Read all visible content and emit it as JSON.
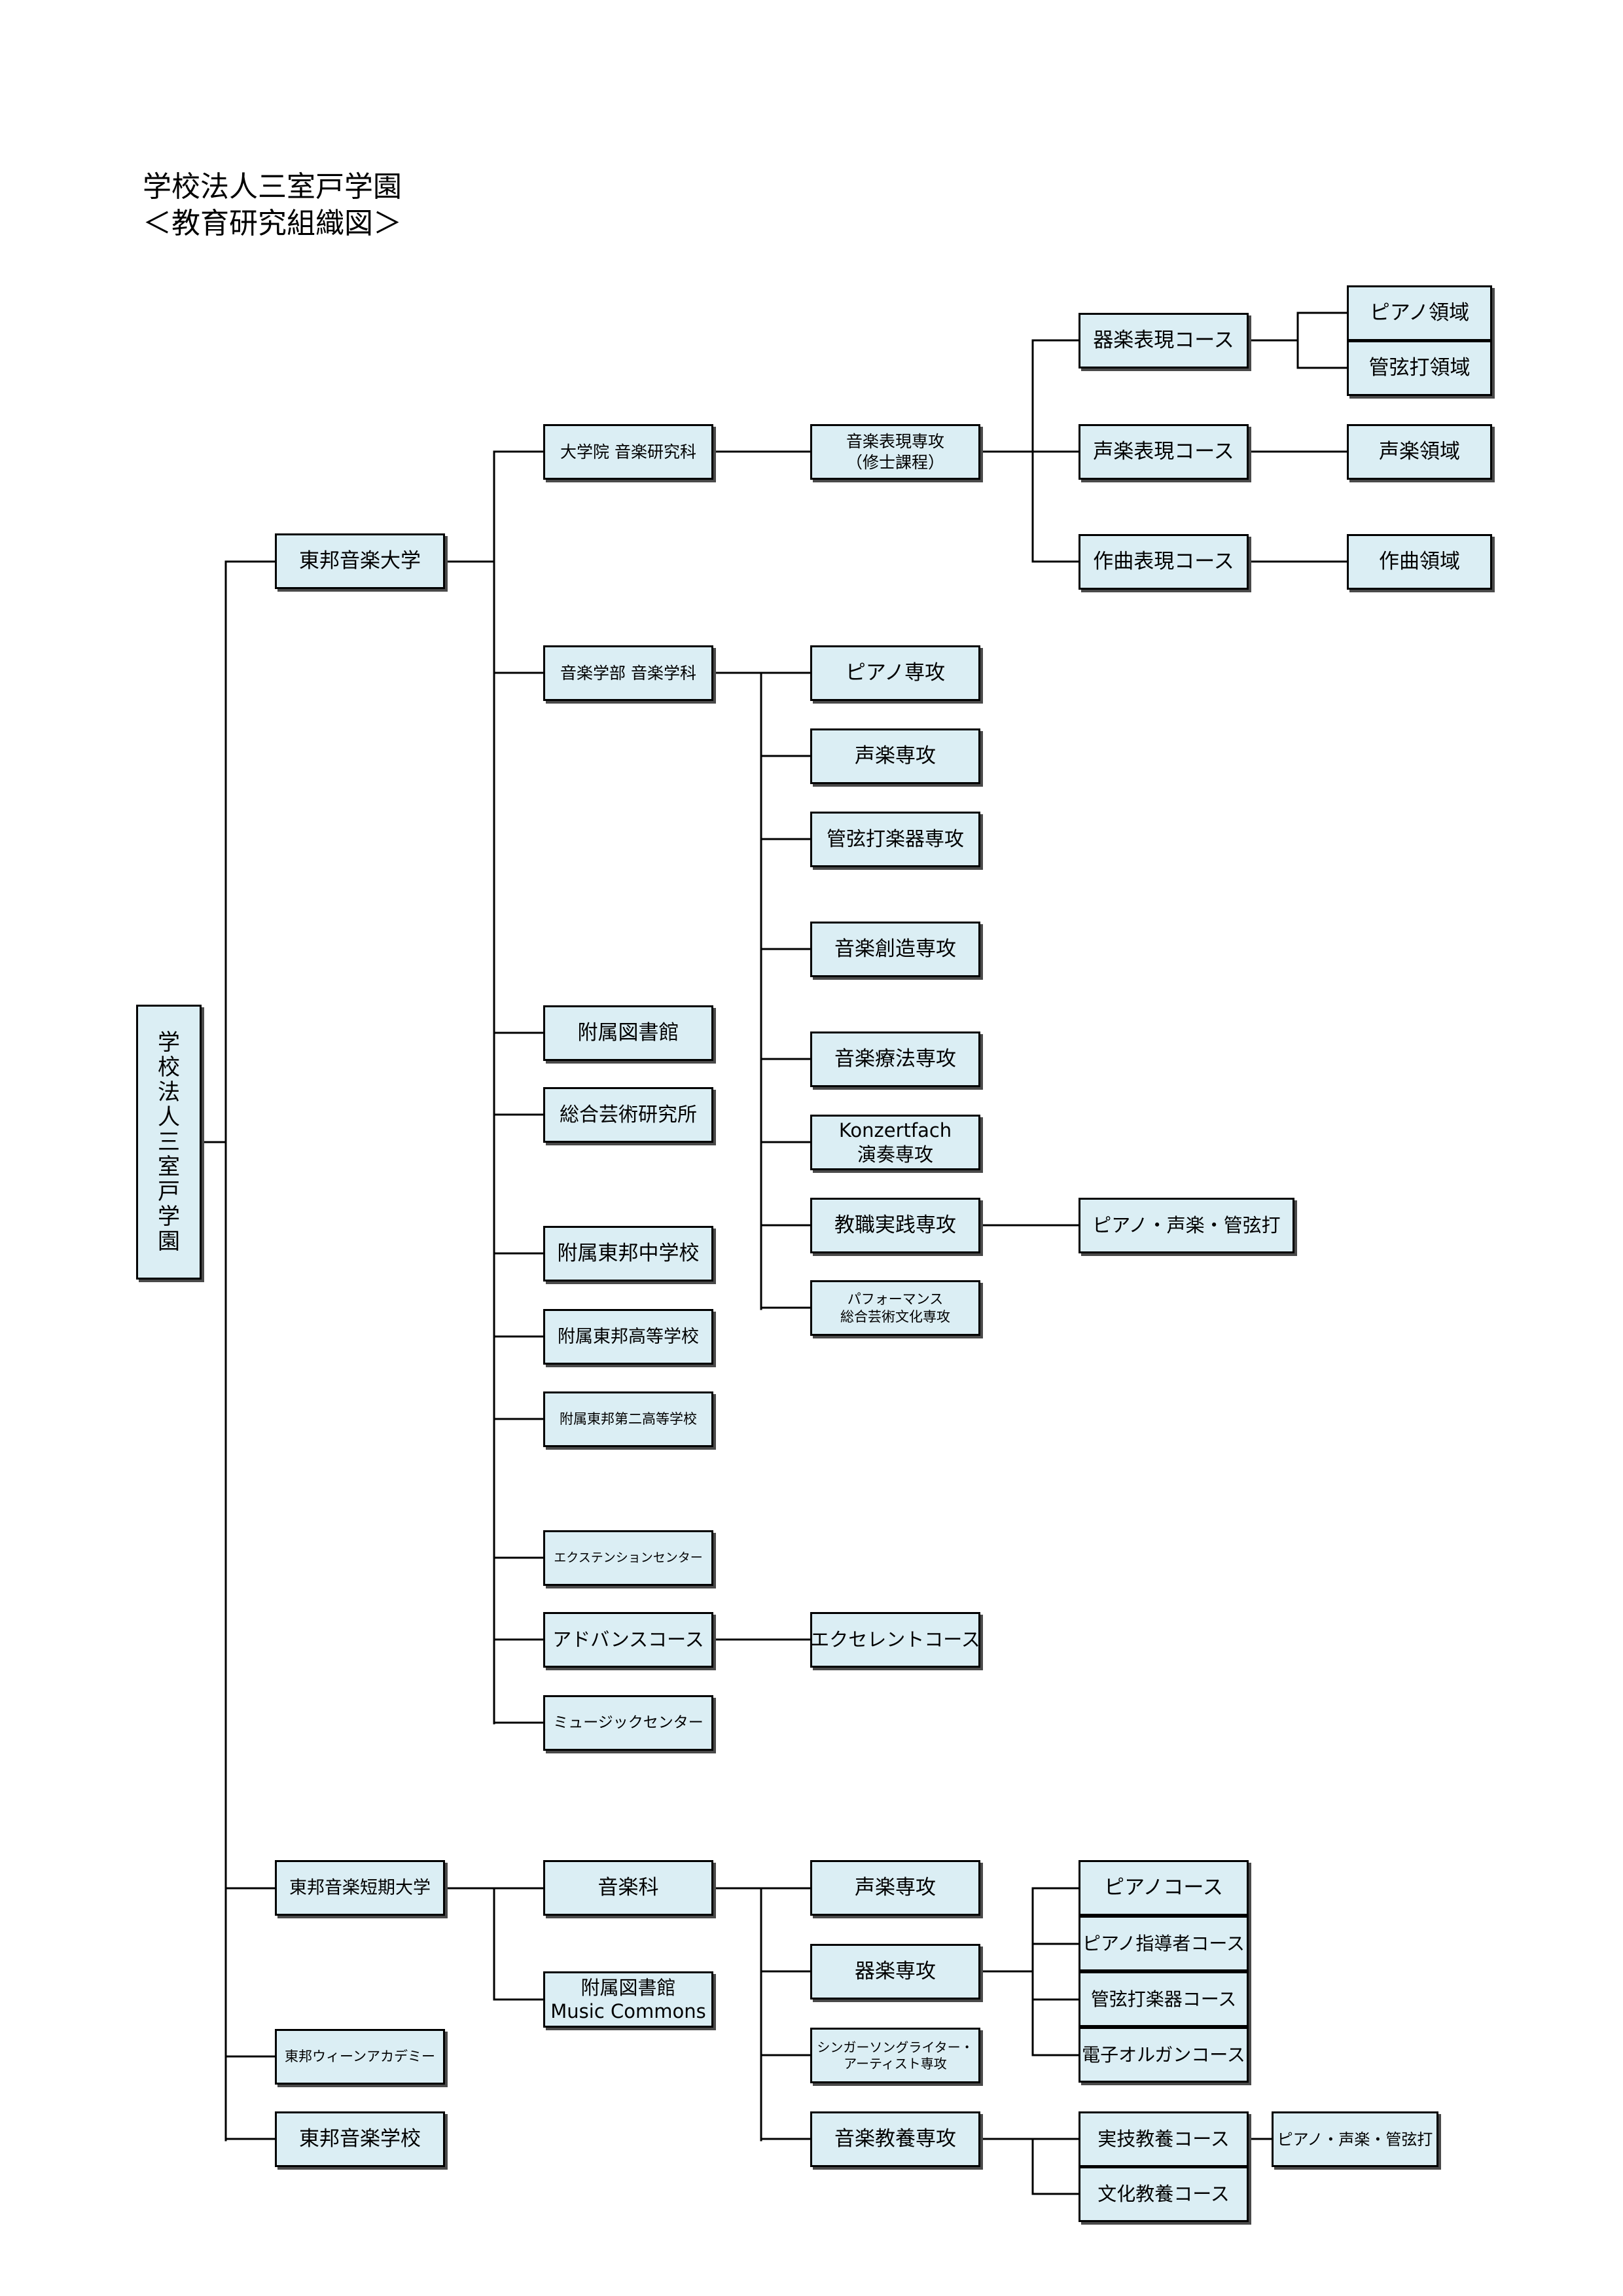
{
  "title": {
    "line1": "学校法人三室戸学園",
    "line2": "＜教育研究組織図＞"
  },
  "nodes": {
    "root": "学校法人三室戸学園",
    "toho_univ": "東邦音楽大学",
    "grad_school": "大学院 音楽研究科",
    "music_expression": {
      "line1": "音楽表現専攻",
      "line2": "（修士課程）"
    },
    "instrumental_course": "器楽表現コース",
    "piano_area": "ピアノ領域",
    "winds_area": "管弦打領域",
    "vocal_course": "声楽表現コース",
    "vocal_area": "声楽領域",
    "composition_course": "作曲表現コース",
    "composition_area": "作曲領域",
    "music_faculty": "音楽学部 音楽学科",
    "piano_major": "ピアノ専攻",
    "vocal_major": "声楽専攻",
    "winds_major": "管弦打楽器専攻",
    "creation_major": "音楽創造専攻",
    "therapy_major": "音楽療法専攻",
    "konzertfach": {
      "line1": "Konzertfach",
      "line2": "演奏専攻"
    },
    "teaching_major": "教職実践専攻",
    "teaching_sub": "ピアノ・声楽・管弦打",
    "performance_major": {
      "line1": "パフォーマンス",
      "line2": "総合芸術文化専攻"
    },
    "library": "附属図書館",
    "arts_institute": "総合芸術研究所",
    "junior_high": "附属東邦中学校",
    "high_school": "附属東邦高等学校",
    "second_high": "附属東邦第二高等学校",
    "extension": "エクステンションセンター",
    "advance": "アドバンスコース",
    "excellent": "エクセレントコース",
    "music_center": "ミュージックセンター",
    "junior_college": "東邦音楽短期大学",
    "jc_music": "音楽科",
    "jc_library": {
      "line1": "附属図書館",
      "line2": "Music Commons"
    },
    "jc_vocal": "声楽専攻",
    "jc_instrumental": "器楽専攻",
    "jc_singer": {
      "line1": "シンガーソングライター・",
      "line2": "アーティスト専攻"
    },
    "jc_liberal": "音楽教養専攻",
    "jc_piano_course": "ピアノコース",
    "jc_piano_teacher": "ピアノ指導者コース",
    "jc_winds_course": "管弦打楽器コース",
    "jc_organ_course": "電子オルガンコース",
    "jc_practical": "実技教養コース",
    "jc_practical_sub": "ピアノ・声楽・管弦打",
    "jc_culture": "文化教養コース",
    "vienna": "東邦ウィーンアカデミー",
    "toho_school": "東邦音楽学校"
  },
  "colors": {
    "box_fill": "#dbeef4",
    "line": "#000000",
    "shadow": "#4a4a4a"
  }
}
